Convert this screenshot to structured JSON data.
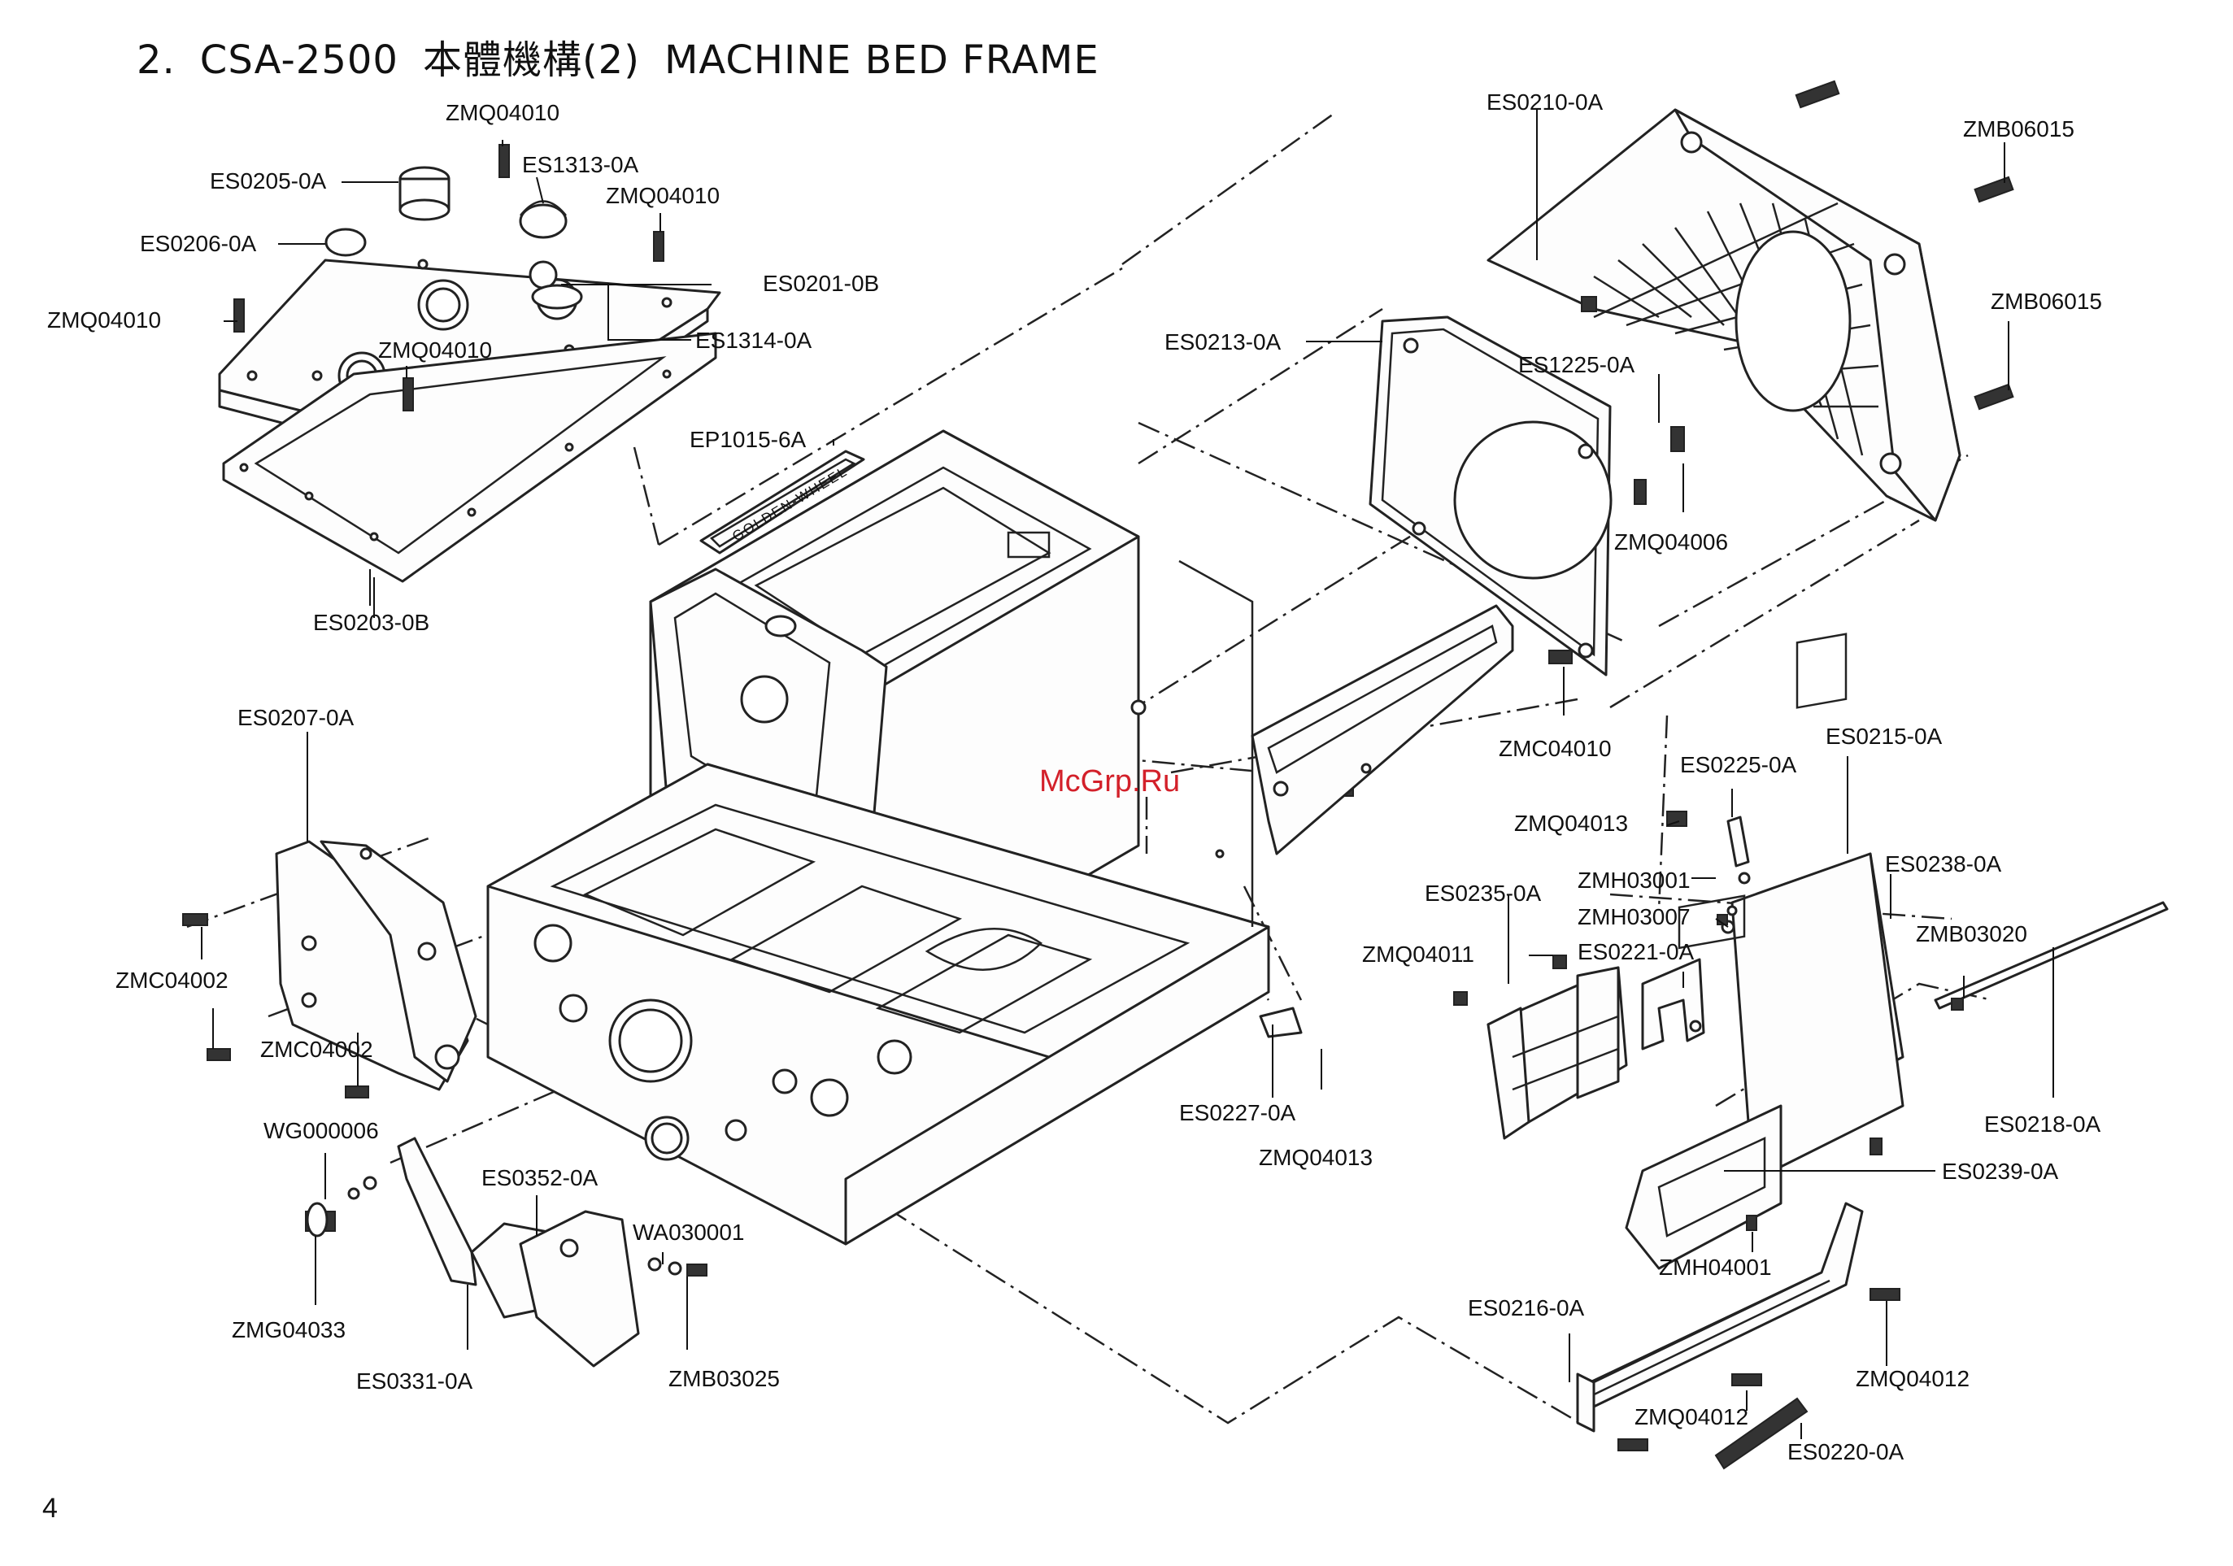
{
  "title": {
    "number": "2.",
    "model": "CSA-2500",
    "cjk": "本體機構(2)",
    "name": "MACHINE BED FRAME"
  },
  "page_number": "4",
  "watermark": "McGrp.Ru",
  "emblem_text": "GOLDEN-WHEEL",
  "labels": {
    "ZMQ04010_top": "ZMQ04010",
    "ES1313": "ES1313-0A",
    "ES0205": "ES0205-0A",
    "ZMQ04010_mid": "ZMQ04010",
    "ES0206": "ES0206-0A",
    "ES0201": "ES0201-0B",
    "ZMQ04010_left": "ZMQ04010",
    "ES1314": "ES1314-0A",
    "ZMQ04010_low": "ZMQ04010",
    "EP1015": "EP1015-6A",
    "ES0203": "ES0203-0B",
    "ES0210": "ES0210-0A",
    "ZMB06015_a": "ZMB06015",
    "ZMB06015_b": "ZMB06015",
    "ES0213": "ES0213-0A",
    "ES1225": "ES1225-0A",
    "ZMQ04006": "ZMQ04006",
    "ZMC04010": "ZMC04010",
    "ES0207": "ES0207-0A",
    "ZMC04002_a": "ZMC04002",
    "ZMC04002_b": "ZMC04002",
    "WG000006": "WG000006",
    "ES0352": "ES0352-0A",
    "WA030001": "WA030001",
    "ZMG04033": "ZMG04033",
    "ES0331": "ES0331-0A",
    "ZMB03025": "ZMB03025",
    "ES0225": "ES0225-0A",
    "ES0215": "ES0215-0A",
    "ZMQ04013_a": "ZMQ04013",
    "ZMH03001": "ZMH03001",
    "ES0238": "ES0238-0A",
    "ES0235": "ES0235-0A",
    "ZMH03007": "ZMH03007",
    "ZMB03020": "ZMB03020",
    "ZMQ04011": "ZMQ04011",
    "ES0221": "ES0221-0A",
    "ES0227": "ES0227-0A",
    "ZMQ04013_b": "ZMQ04013",
    "ES0218": "ES0218-0A",
    "ES0239": "ES0239-0A",
    "ZMH04001": "ZMH04001",
    "ES0216": "ES0216-0A",
    "ZMQ04012_a": "ZMQ04012",
    "ZMQ04012_b": "ZMQ04012",
    "ES0220": "ES0220-0A"
  }
}
